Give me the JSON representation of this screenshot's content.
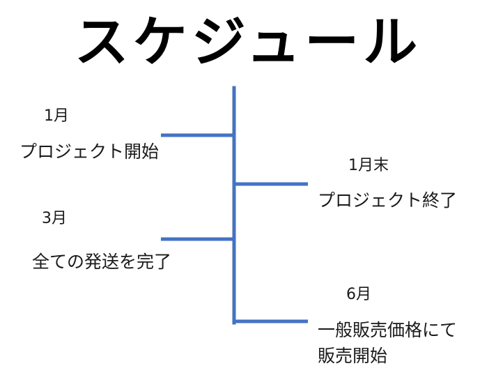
{
  "title": "スケジュール",
  "line_color": "#4472C4",
  "events": [
    {
      "date": "1月",
      "text": "プロジェクト開始"
    },
    {
      "date": "1月末",
      "text": "プロジェクト終了"
    },
    {
      "date": "3月",
      "text": "全ての発送を完了"
    },
    {
      "date": "6月",
      "text": "一般販売価格にて",
      "text2": "販売開始"
    }
  ]
}
